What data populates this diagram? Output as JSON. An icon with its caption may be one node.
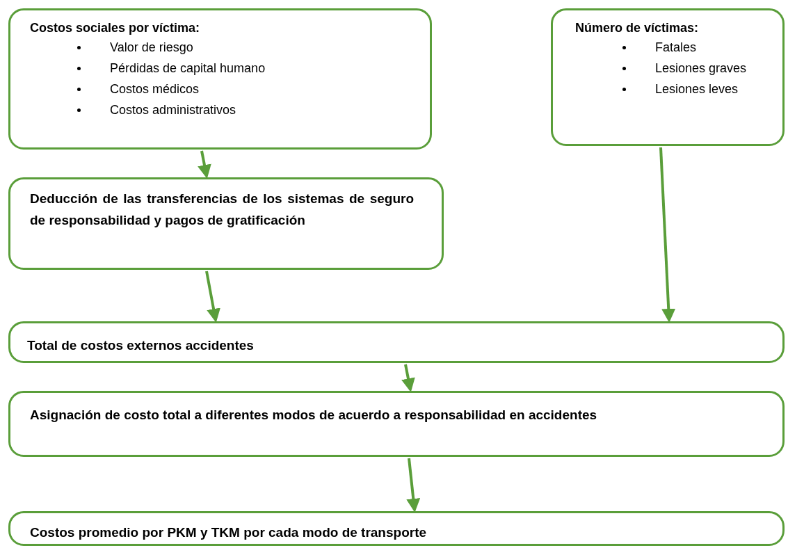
{
  "diagram": {
    "nodes": [
      {
        "text": [
          "Costos sociales por víctima:",
          "Valor de riesgo",
          "Pérdidas de capital humano",
          "Costos médicos",
          "Costos administrativos"
        ]
      },
      {
        "text": [
          "Número de víctimas:",
          "Fatales",
          "Lesiones graves",
          "Lesiones leves"
        ]
      },
      {
        "text": [
          "Deducción de las transferencias de los sistemas de seguro de responsabilidad y pagos de gratificación"
        ]
      },
      {
        "text": [
          "Total de costos externos accidentes"
        ]
      },
      {
        "text": [
          "Asignación de costo total a diferentes modos de acuerdo a responsabilidad en accidentes"
        ]
      },
      {
        "text": [
          "Costos promedio por PKM y TKM por cada modo de transporte"
        ]
      }
    ],
    "edges": [
      {
        "from": 0,
        "to": 2,
        "arrow": "to"
      },
      {
        "from": 2,
        "to": 3,
        "arrow": "to"
      },
      {
        "from": 1,
        "to": 3,
        "arrow": "to"
      },
      {
        "from": 3,
        "to": 4,
        "arrow": "to"
      },
      {
        "from": 4,
        "to": 5,
        "arrow": "to"
      }
    ]
  }
}
